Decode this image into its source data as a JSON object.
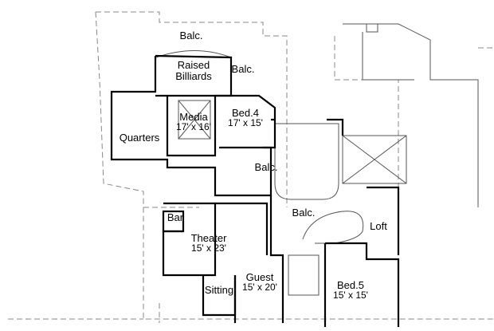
{
  "rooms": {
    "balc_top": {
      "name": "Balc."
    },
    "billiards": {
      "name": "Raised",
      "name2": "Billiards"
    },
    "balc_billiards": {
      "name": "Balc."
    },
    "media": {
      "name": "Media",
      "size": "17' x 16'"
    },
    "bed4": {
      "name": "Bed.4",
      "size": "17' x 15'"
    },
    "quarters": {
      "name": "Quarters"
    },
    "balc_mid": {
      "name": "Balc."
    },
    "balc_center": {
      "name": "Balc."
    },
    "bar": {
      "name": "Bar"
    },
    "theater": {
      "name": "Theater",
      "size": "15' x 23'"
    },
    "loft": {
      "name": "Loft"
    },
    "guest": {
      "name": "Guest",
      "size": "15' x 20'"
    },
    "sitting": {
      "name": "Sitting"
    },
    "bed5": {
      "name": "Bed.5",
      "size": "15' x 15'"
    }
  }
}
